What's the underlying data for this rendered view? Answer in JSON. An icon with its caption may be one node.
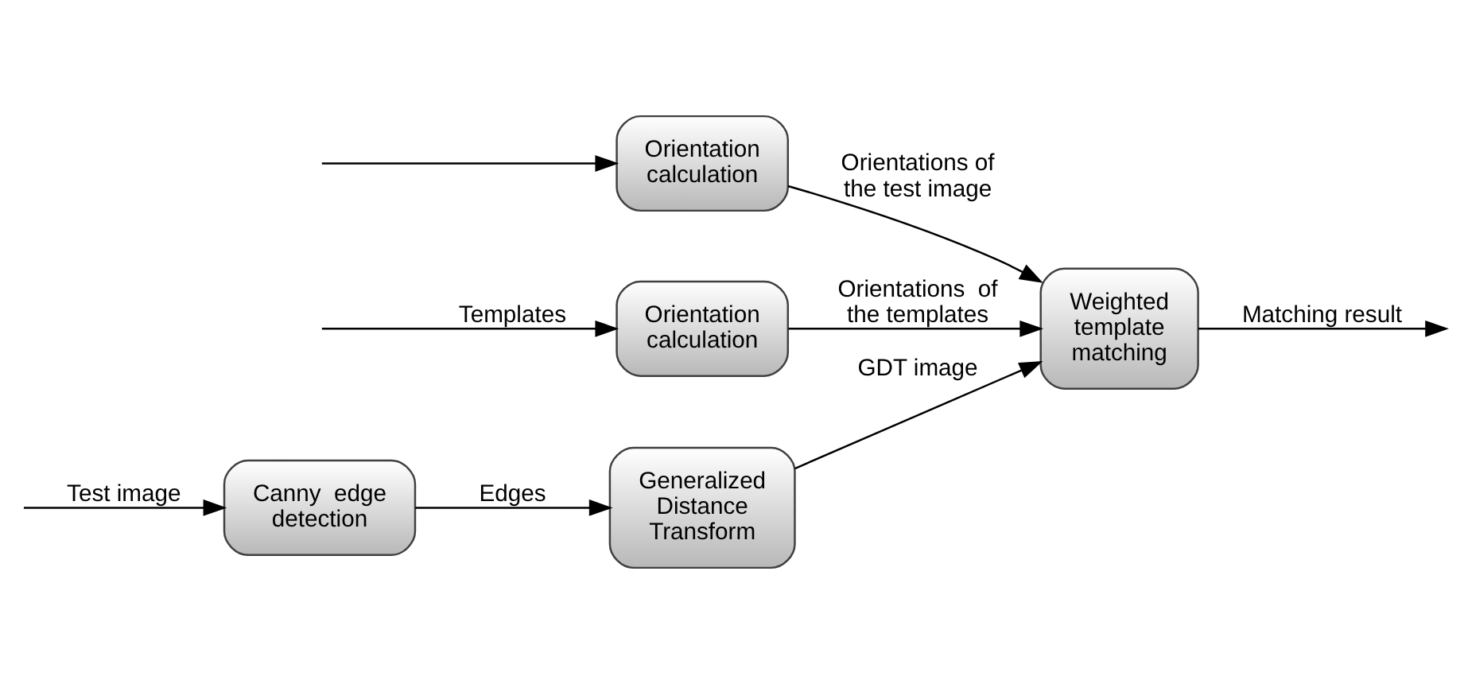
{
  "diagram": {
    "nodes": [
      {
        "text": [
          "Canny  edge detection"
        ]
      },
      {
        "text": [
          "Generalized Distance Transform"
        ]
      },
      {
        "text": [
          "Orientation calculation"
        ]
      },
      {
        "text": [
          "Weighted template matching"
        ]
      },
      {
        "text": [
          "Orientation calculation"
        ]
      }
    ],
    "edges": [
      {
        "from": null,
        "to": 0,
        "arrow": "to",
        "label": "Test image"
      },
      {
        "from": null,
        "to": 2,
        "arrow": "to"
      },
      {
        "from": 0,
        "to": 1,
        "arrow": "to",
        "label": "Edges"
      },
      {
        "from": 1,
        "to": 3,
        "arrow": "to",
        "label": "GDT image"
      },
      {
        "from": 2,
        "to": 3,
        "arrow": "to",
        "label": "Orientations of the test image"
      },
      {
        "from": 3,
        "to": null,
        "arrow": "to",
        "label": "Matching result"
      },
      {
        "from": null,
        "to": 4,
        "arrow": "to",
        "label": "Templates"
      },
      {
        "from": 4,
        "to": 3,
        "arrow": "to",
        "label": "Orientations  of the templates"
      }
    ]
  }
}
